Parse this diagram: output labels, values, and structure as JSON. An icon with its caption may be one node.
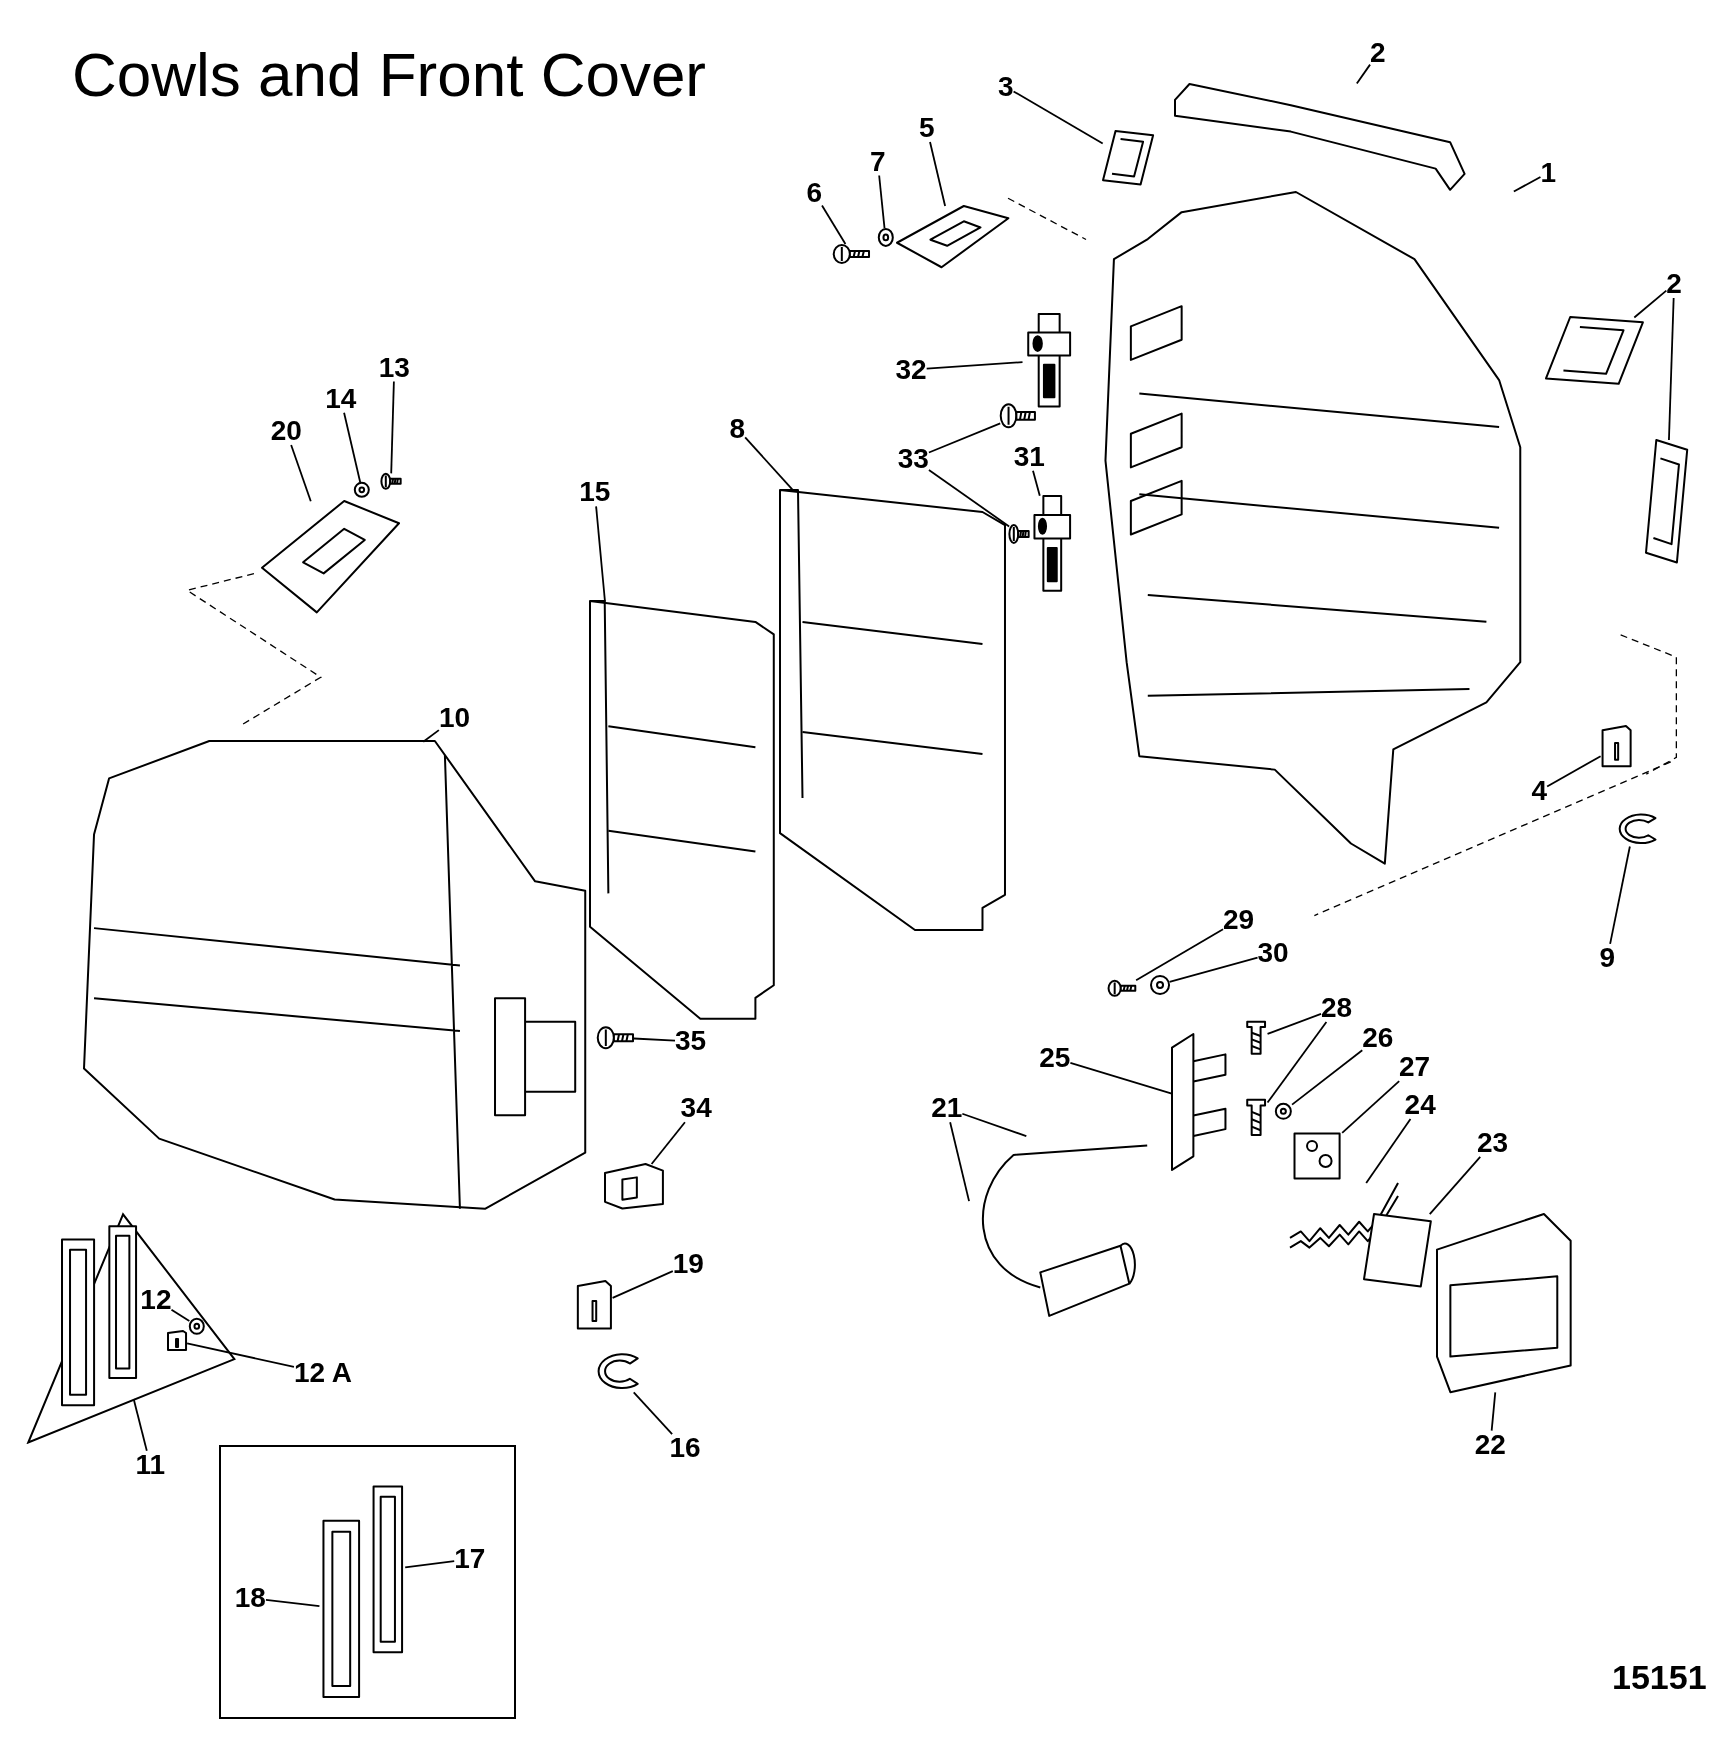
{
  "diagram": {
    "title": "Cowls and Front Cover",
    "nodes": [
      {
        "text": [
          "2"
        ]
      },
      {
        "text": [],
        "shape": "picture"
      },
      {
        "text": [
          "3"
        ]
      },
      {
        "text": [],
        "shape": "picture"
      },
      {
        "text": [
          "1"
        ]
      },
      {
        "text": [],
        "shape": "picture"
      },
      {
        "text": [
          "5"
        ]
      },
      {
        "text": [],
        "shape": "picture"
      },
      {
        "text": [
          "7"
        ]
      },
      {
        "text": [],
        "shape": "picture"
      },
      {
        "text": [
          "6"
        ]
      },
      {
        "text": [],
        "shape": "picture"
      },
      {
        "text": [
          "2"
        ]
      },
      {
        "text": [],
        "shape": "picture"
      },
      {
        "text": [],
        "shape": "picture"
      },
      {
        "text": [
          "32"
        ]
      },
      {
        "text": [],
        "shape": "picture"
      },
      {
        "text": [
          "33"
        ]
      },
      {
        "text": [],
        "shape": "picture"
      },
      {
        "text": [],
        "shape": "picture"
      },
      {
        "text": [
          "31"
        ]
      },
      {
        "text": [],
        "shape": "picture"
      },
      {
        "text": [
          "13"
        ]
      },
      {
        "text": [],
        "shape": "picture"
      },
      {
        "text": [
          "14"
        ]
      },
      {
        "text": [],
        "shape": "picture"
      },
      {
        "text": [
          "20"
        ]
      },
      {
        "text": [],
        "shape": "picture"
      },
      {
        "text": [
          "8"
        ]
      },
      {
        "text": [],
        "shape": "picture"
      },
      {
        "text": [
          "15"
        ]
      },
      {
        "text": [],
        "shape": "picture"
      },
      {
        "text": [
          "10"
        ]
      },
      {
        "text": [],
        "shape": "picture"
      },
      {
        "text": [
          "4"
        ]
      },
      {
        "text": [],
        "shape": "picture"
      },
      {
        "text": [
          "9"
        ]
      },
      {
        "text": [],
        "shape": "picture"
      },
      {
        "text": [
          "29"
        ]
      },
      {
        "text": [],
        "shape": "picture"
      },
      {
        "text": [
          "30"
        ]
      },
      {
        "text": [],
        "shape": "picture"
      },
      {
        "text": [
          "28"
        ]
      },
      {
        "text": [],
        "shape": "picture"
      },
      {
        "text": [],
        "shape": "picture"
      },
      {
        "text": [
          "26"
        ]
      },
      {
        "text": [],
        "shape": "picture"
      },
      {
        "text": [
          "25"
        ]
      },
      {
        "text": [],
        "shape": "picture"
      },
      {
        "text": [
          "27"
        ]
      },
      {
        "text": [],
        "shape": "picture"
      },
      {
        "text": [
          "24"
        ]
      },
      {
        "text": [],
        "shape": "picture"
      },
      {
        "text": [
          "23"
        ]
      },
      {
        "text": [],
        "shape": "picture"
      },
      {
        "text": [
          "21"
        ]
      },
      {
        "text": [],
        "shape": "picture"
      },
      {
        "text": [
          "35"
        ]
      },
      {
        "text": [],
        "shape": "picture"
      },
      {
        "text": [
          "34"
        ]
      },
      {
        "text": [],
        "shape": "picture"
      },
      {
        "text": [
          "19"
        ]
      },
      {
        "text": [],
        "shape": "picture"
      },
      {
        "text": [
          "16"
        ]
      },
      {
        "text": [],
        "shape": "picture"
      },
      {
        "text": [],
        "shape": "triangle"
      },
      {
        "text": [],
        "shape": "picture",
        "in": 65
      },
      {
        "text": [],
        "shape": "picture",
        "in": 65
      },
      {
        "text": [
          "12"
        ],
        "in": 65
      },
      {
        "text": [],
        "shape": "picture",
        "in": 65
      },
      {
        "text": [
          "12 A"
        ]
      },
      {
        "text": [],
        "shape": "picture",
        "in": 65
      },
      {
        "text": [
          "11"
        ]
      },
      {
        "text": [
          "22"
        ]
      },
      {
        "text": [],
        "shape": "picture"
      },
      {
        "text": [],
        "shape": "box"
      },
      {
        "text": [
          "18"
        ],
        "in": 75
      },
      {
        "text": [],
        "shape": "picture",
        "in": 75
      },
      {
        "text": [
          "17"
        ],
        "in": 75
      },
      {
        "text": [],
        "shape": "picture",
        "in": 75
      }
    ],
    "edges": [
      {
        "from": 0,
        "to": 1,
        "arrow": "none"
      },
      {
        "from": 2,
        "to": 3,
        "arrow": "none"
      },
      {
        "from": 4,
        "to": 5,
        "arrow": "none"
      },
      {
        "from": 6,
        "to": 7,
        "arrow": "none"
      },
      {
        "from": 8,
        "to": 9,
        "arrow": "none"
      },
      {
        "from": 10,
        "to": 11,
        "arrow": "none"
      },
      {
        "from": 12,
        "to": 13,
        "arrow": "none"
      },
      {
        "from": 12,
        "to": 14,
        "arrow": "none"
      },
      {
        "from": 15,
        "to": 16,
        "arrow": "none"
      },
      {
        "from": 17,
        "to": 18,
        "arrow": "none"
      },
      {
        "from": 17,
        "to": 19,
        "arrow": "none"
      },
      {
        "from": 20,
        "to": 21,
        "arrow": "none"
      },
      {
        "from": 22,
        "to": 23,
        "arrow": "none"
      },
      {
        "from": 24,
        "to": 25,
        "arrow": "none"
      },
      {
        "from": 26,
        "to": 27,
        "arrow": "none"
      },
      {
        "from": 28,
        "to": 29,
        "arrow": "none"
      },
      {
        "from": 30,
        "to": 31,
        "arrow": "none"
      },
      {
        "from": 32,
        "to": 33,
        "arrow": "none"
      },
      {
        "from": 34,
        "to": 35,
        "arrow": "none"
      },
      {
        "from": 36,
        "to": 37,
        "arrow": "none"
      },
      {
        "from": 38,
        "to": 39,
        "arrow": "none"
      },
      {
        "from": 40,
        "to": 41,
        "arrow": "none"
      },
      {
        "from": 42,
        "to": 43,
        "arrow": "none"
      },
      {
        "from": 42,
        "to": 44,
        "arrow": "none"
      },
      {
        "from": 45,
        "to": 46,
        "arrow": "none"
      },
      {
        "from": 47,
        "to": 48,
        "arrow": "none"
      },
      {
        "from": 49,
        "to": 50,
        "arrow": "none"
      },
      {
        "from": 51,
        "to": 52,
        "arrow": "none"
      },
      {
        "from": 53,
        "to": 54,
        "arrow": "none"
      },
      {
        "from": 55,
        "to": 56,
        "arrow": "none"
      },
      {
        "from": 55,
        "to": 56,
        "arrow": "none"
      },
      {
        "from": 57,
        "to": 58,
        "arrow": "none"
      },
      {
        "from": 59,
        "to": 60,
        "arrow": "none"
      },
      {
        "from": 61,
        "to": 62,
        "arrow": "none"
      },
      {
        "from": 63,
        "to": 64,
        "arrow": "none"
      },
      {
        "from": 68,
        "to": 69,
        "arrow": "none"
      },
      {
        "from": 70,
        "to": 71,
        "arrow": "none"
      },
      {
        "from": 72,
        "to": 65,
        "arrow": "none"
      },
      {
        "from": 73,
        "to": 74,
        "arrow": "none"
      },
      {
        "from": 76,
        "to": 77,
        "arrow": "none"
      },
      {
        "from": 78,
        "to": 79,
        "arrow": "none"
      }
    ],
    "labels": [
      "15151"
    ]
  }
}
